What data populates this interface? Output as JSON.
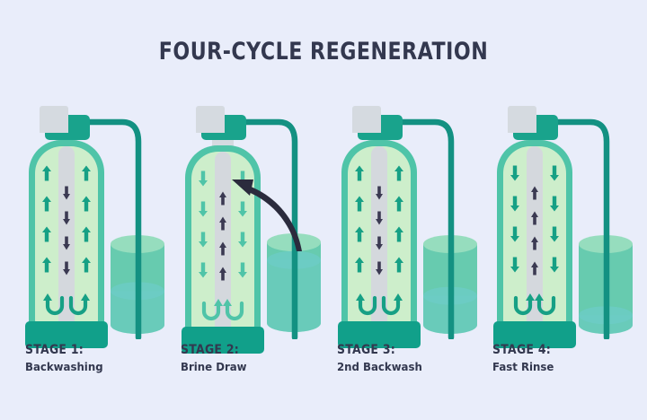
{
  "title": "FOUR-CYCLE REGENERATION",
  "colors": {
    "background": "#e9edfa",
    "title_text": "#33384f",
    "tank_shell": "#4fc4a8",
    "tank_inner": "#cdeecb",
    "tank_base": "#11a08a",
    "riser": "#d4d8dd",
    "valve_body": "#19a38c",
    "valve_cap": "#d5dae0",
    "tube": "#139182",
    "arrow_teal": "#16a085",
    "arrow_navy": "#3b3a52",
    "brine_body": "#5cc9a9",
    "brine_top": "#8fdcb9",
    "brine_water": "#63c9c4",
    "suction_arrow": "#2b2b3d"
  },
  "stages": [
    {
      "name": "STAGE 1:",
      "description": "Backwashing",
      "side_arrow_direction": "up",
      "center_arrow_direction": "down",
      "side_arrow_color": "#16a085",
      "center_arrow_color": "#3b3a52",
      "side_arrow_count": 4,
      "center_arrow_count": 4,
      "uturn_direction": "outward",
      "has_suction_arrow": false,
      "brine_water_level_pct": 42
    },
    {
      "name": "STAGE 2:",
      "description": "Brine Draw",
      "side_arrow_direction": "down",
      "center_arrow_direction": "up",
      "side_arrow_color": "#4fc4a8",
      "center_arrow_color": "#3b3a52",
      "side_arrow_count": 5,
      "center_arrow_count": 4,
      "uturn_direction": "inward",
      "has_suction_arrow": true,
      "brine_water_level_pct": 78
    },
    {
      "name": "STAGE 3:",
      "description": "2nd Backwash",
      "side_arrow_direction": "up",
      "center_arrow_direction": "down",
      "side_arrow_color": "#16a085",
      "center_arrow_color": "#3b3a52",
      "side_arrow_count": 4,
      "center_arrow_count": 4,
      "uturn_direction": "outward",
      "has_suction_arrow": false,
      "brine_water_level_pct": 36
    },
    {
      "name": "STAGE 4:",
      "description": "Fast Rinse",
      "side_arrow_direction": "down",
      "center_arrow_direction": "up",
      "side_arrow_color": "#16a085",
      "center_arrow_color": "#3b3a52",
      "side_arrow_count": 4,
      "center_arrow_count": 4,
      "uturn_direction": "inward",
      "has_suction_arrow": false,
      "brine_water_level_pct": 12
    }
  ]
}
